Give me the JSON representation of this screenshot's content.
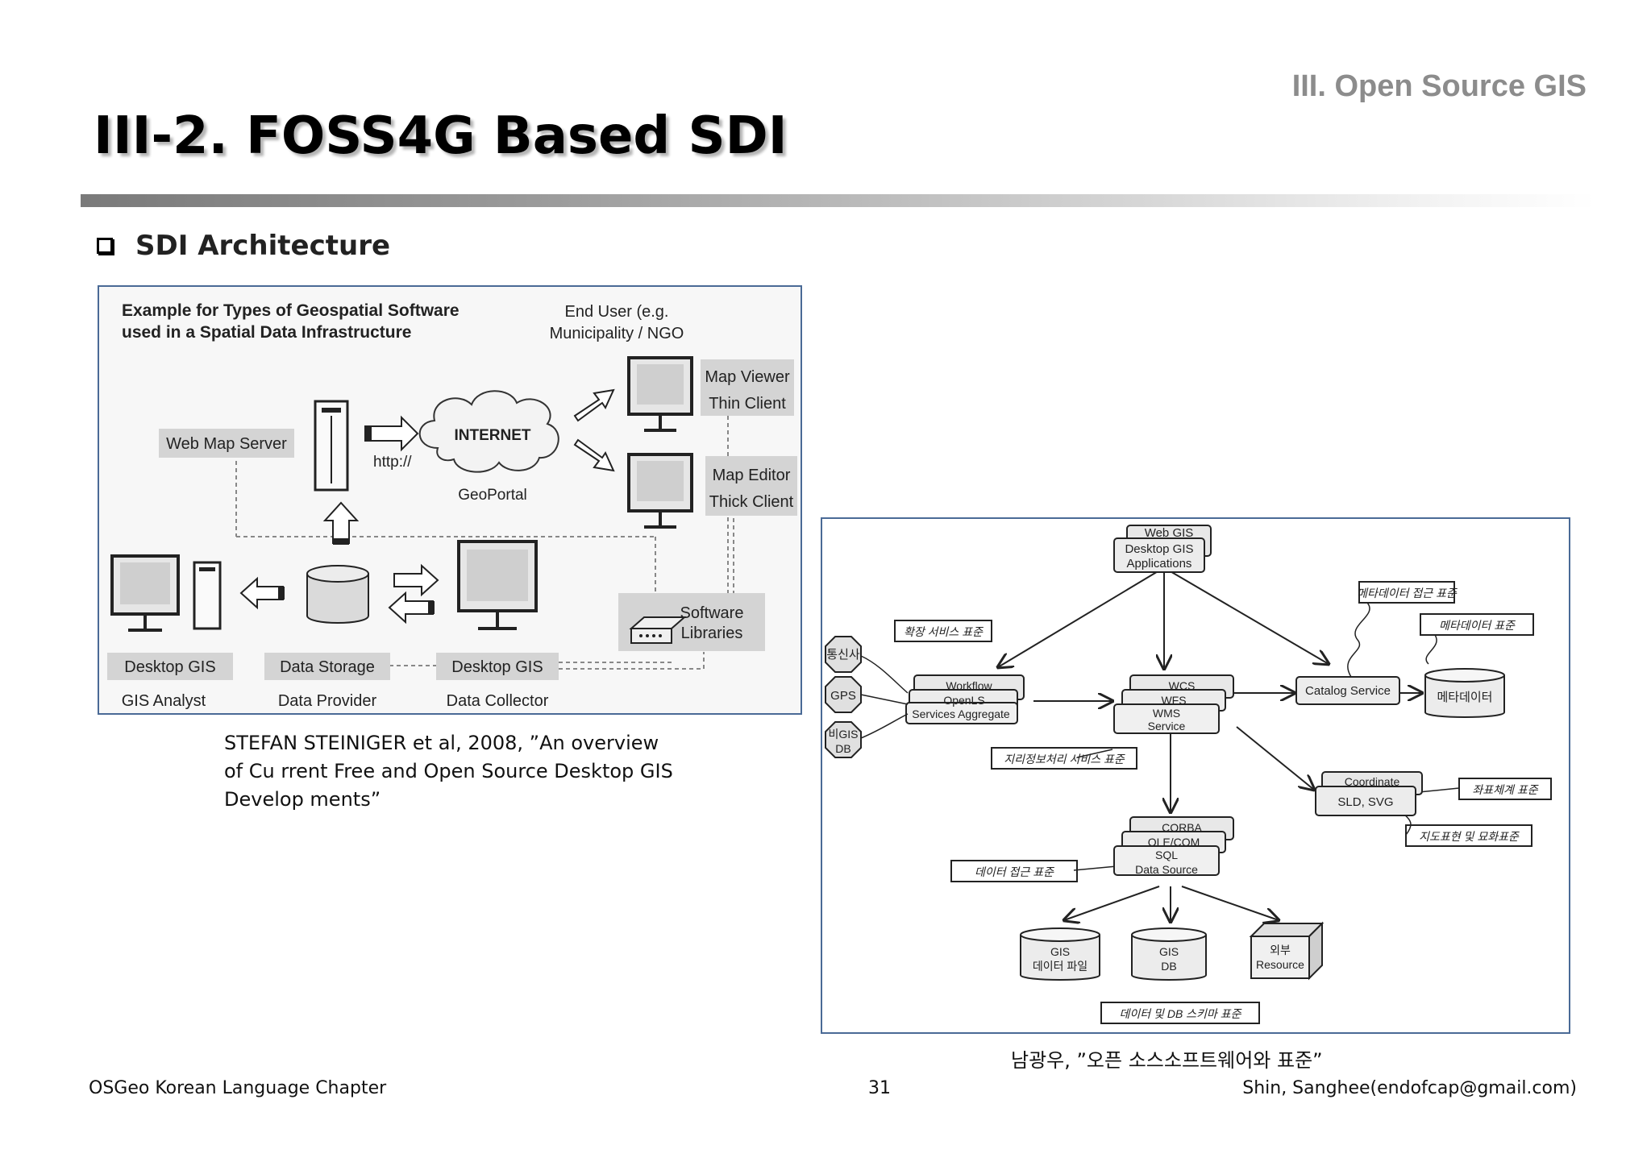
{
  "header": {
    "section_label": "III. Open Source GIS",
    "title": "III-2. FOSS4G Based SDI"
  },
  "bullet": {
    "text": "SDI Architecture"
  },
  "figure_left": {
    "heading_line1": "Example for Types of Geospatial Software",
    "heading_line2": "used in a Spatial Data Infrastructure",
    "end_user_line1": "End User (e.g.",
    "end_user_line2": "Municipality / NGO",
    "map_viewer": "Map Viewer",
    "thin_client": "Thin Client",
    "map_editor": "Map Editor",
    "thick_client": "Thick Client",
    "web_map_server": "Web Map Server",
    "http": "http://",
    "internet": "INTERNET",
    "geoportal": "GeoPortal",
    "software": "Software",
    "libraries": "Libraries",
    "desktop_gis_1": "Desktop GIS",
    "data_storage": "Data Storage",
    "desktop_gis_2": "Desktop GIS",
    "gis_analyst": "GIS Analyst",
    "data_provider": "Data Provider",
    "data_collector": "Data Collector"
  },
  "caption_left": "STEFAN STEINIGER et al, 2008, ”An overview of Cu rrent Free and Open Source Desktop GIS Develop ments”",
  "figure_right": {
    "web_gis": "Web GIS",
    "desktop_gis": "Desktop GIS",
    "applications": "Applications",
    "metadata_access_std": "메타데이터 접근 표준",
    "metadata_std": "메타데이터 표준",
    "extension_service_std": "확장 서비스 표준",
    "telecom": "통신사",
    "gps": "GPS",
    "nongis_line1": "비GIS",
    "nongis_line2": "DB",
    "workflow": "Workflow",
    "openls": "OpenLS",
    "services_aggregate": "Services Aggregate",
    "wcs": "WCS",
    "wfs": "WFS",
    "wms": "WMS",
    "service": "Service",
    "catalog_service": "Catalog Service",
    "metadata_db": "메타데이터",
    "geo_processing_std": "지리정보처리 서비스 표준",
    "coordinate": "Coordinate",
    "sld_svg": "SLD, SVG",
    "coord_system_std": "좌표체계 표준",
    "map_representation_std": "지도표현 및 묘화표준",
    "corba": "CORBA",
    "ole_com": "OLE/COM",
    "sql": "SQL",
    "data_source": "Data Source",
    "data_access_std": "데이터 접근 표준",
    "gis_file_line1": "GIS",
    "gis_file_line2": "데이터 파일",
    "gis_db_line1": "GIS",
    "gis_db_line2": "DB",
    "external_line1": "외부",
    "external_line2": "Resource",
    "data_db_schema_std": "데이터 및 DB 스키마 표준"
  },
  "caption_right": "남광우, ”오픈 소스소프트웨어와 표준”",
  "footer": {
    "left": "OSGeo Korean Language Chapter",
    "page": "31",
    "right": "Shin, Sanghee(endofcap@gmail.com)"
  }
}
